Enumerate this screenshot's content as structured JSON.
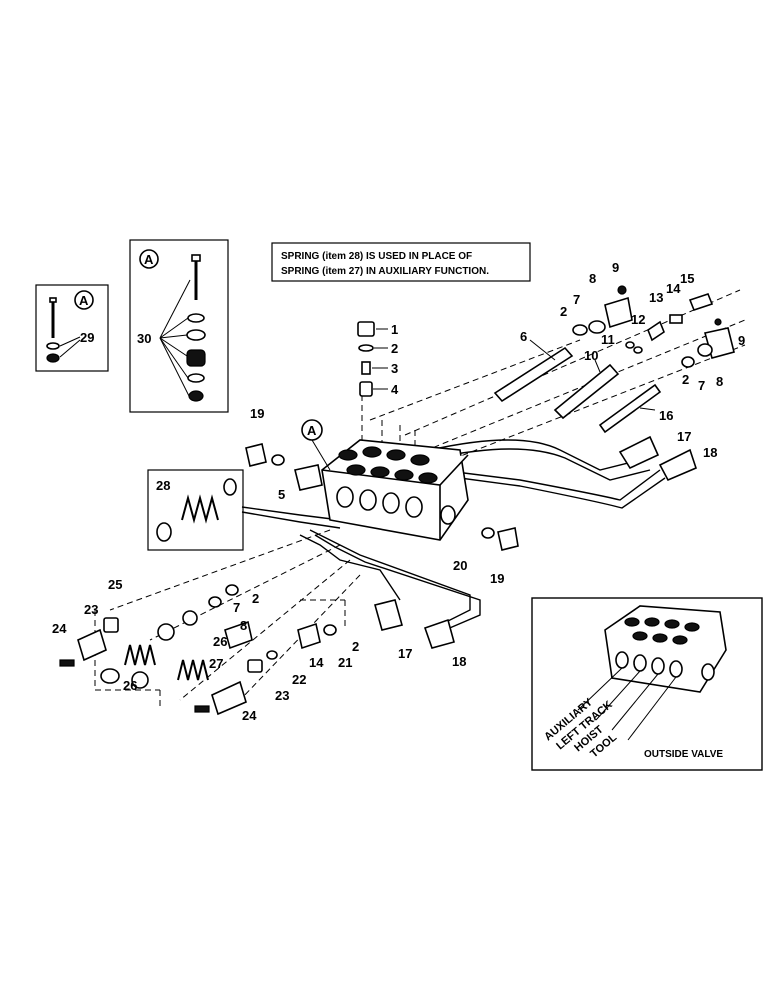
{
  "note": {
    "line1": "SPRING (item 28) IS USED IN PLACE OF",
    "line2": "SPRING (item 27) IN AUXILIARY FUNCTION."
  },
  "detail_marker": "A",
  "inset": {
    "caption": "OUTSIDE VALVE",
    "labels": [
      "AUXILIARY",
      "LEFT TRACK",
      "HOIST",
      "TOOL"
    ]
  },
  "callouts": {
    "c1": "1",
    "c2a": "2",
    "c3": "3",
    "c4": "4",
    "c5": "5",
    "c6": "6",
    "c7a": "7",
    "c8a": "8",
    "c9a": "9",
    "c2b": "2",
    "c10": "10",
    "c11": "11",
    "c12": "12",
    "c13": "13",
    "c14a": "14",
    "c15": "15",
    "c9b": "9",
    "c2c": "2",
    "c7b": "7",
    "c8b": "8",
    "c16": "16",
    "c17a": "17",
    "c18a": "18",
    "c19a": "19",
    "c20": "20",
    "c19b": "19",
    "c28": "28",
    "c29": "29",
    "c30": "30",
    "c25": "25",
    "c23a": "23",
    "c24a": "24",
    "c7c": "7",
    "c2d": "2",
    "c8c": "8",
    "c26a": "26",
    "c27": "27",
    "c26b": "26",
    "c14b": "14",
    "c22": "22",
    "c23b": "23",
    "c24b": "24",
    "c21": "21",
    "c2e": "2",
    "c17b": "17",
    "c18b": "18"
  }
}
